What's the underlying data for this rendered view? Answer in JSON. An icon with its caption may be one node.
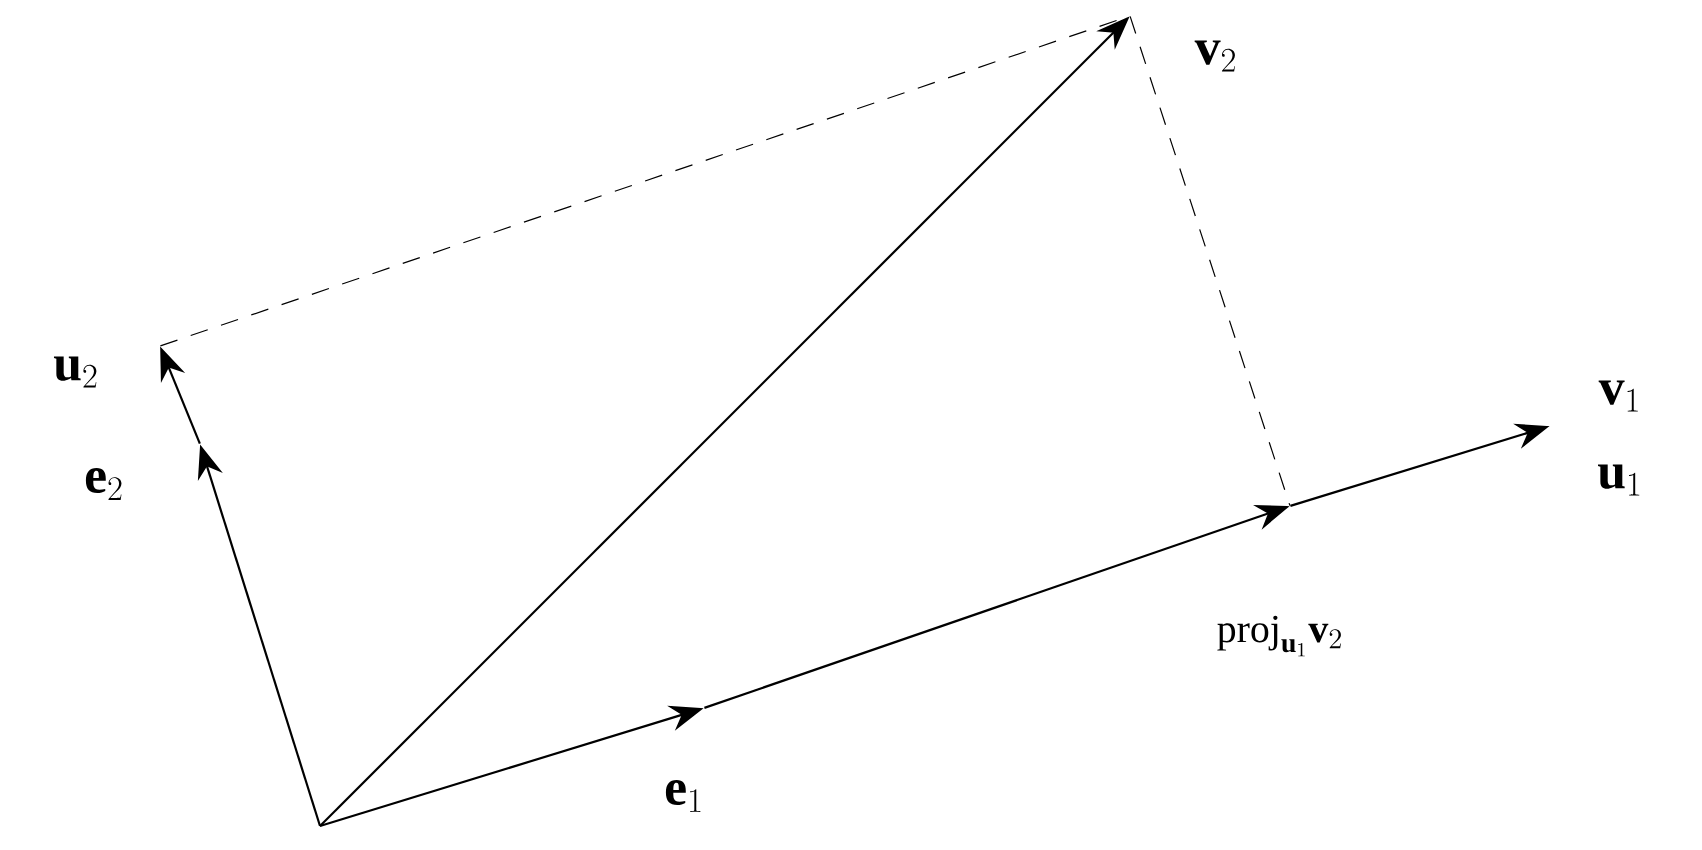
{
  "diagram": {
    "nodes": [
      {
        "text": [],
        "shape": "point",
        "beside": [
          "\\mathbf{e}_1"
        ]
      },
      {
        "text": [],
        "shape": "point",
        "beside": [
          "\\mathrm{proj}_{\\mathbf{u}_1}\\mathbf{v}_2"
        ]
      },
      {
        "text": [],
        "shape": "point",
        "beside": [
          "\\mathbf{v}_1",
          "\\mathbf{u}_1"
        ]
      },
      {
        "text": [],
        "shape": "point",
        "beside": [
          "\\mathbf{e}_2"
        ]
      },
      {
        "text": [],
        "shape": "point",
        "beside": [
          "\\mathbf{u}_2"
        ]
      },
      {
        "text": [],
        "shape": "point",
        "beside": [
          "\\mathbf{v}_2"
        ]
      }
    ],
    "edges": [
      {
        "from": null,
        "to": 0,
        "arrow": "to"
      },
      {
        "from": 0,
        "to": 1,
        "arrow": "to"
      },
      {
        "from": 1,
        "to": 2,
        "arrow": "to"
      },
      {
        "from": null,
        "to": 3,
        "arrow": "to"
      },
      {
        "from": 3,
        "to": 4,
        "arrow": "to"
      },
      {
        "from": null,
        "to": 5,
        "arrow": "to"
      },
      {
        "from": 4,
        "to": 5,
        "arrow": "none",
        "style": "dashed"
      },
      {
        "from": 5,
        "to": 1,
        "arrow": "none",
        "style": "dashed"
      }
    ]
  }
}
